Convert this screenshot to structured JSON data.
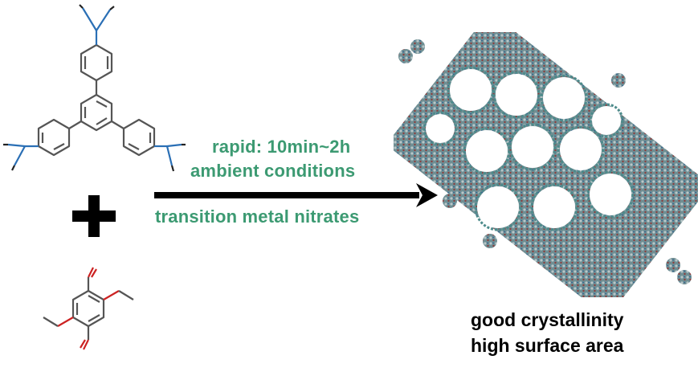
{
  "reaction": {
    "conditions": {
      "line1": "rapid: 10min~2h",
      "line2": "ambient conditions",
      "line3": "transition metal nitrates"
    },
    "result": {
      "line1": "good crystallinity",
      "line2": "high surface area"
    }
  },
  "colors": {
    "condition_text": "#3c9a72",
    "bond": "#555555",
    "nitrogen": "#2a6fb5",
    "oxygen": "#cc2222",
    "framework": "#4d8b8b",
    "arrow": "#000000"
  }
}
